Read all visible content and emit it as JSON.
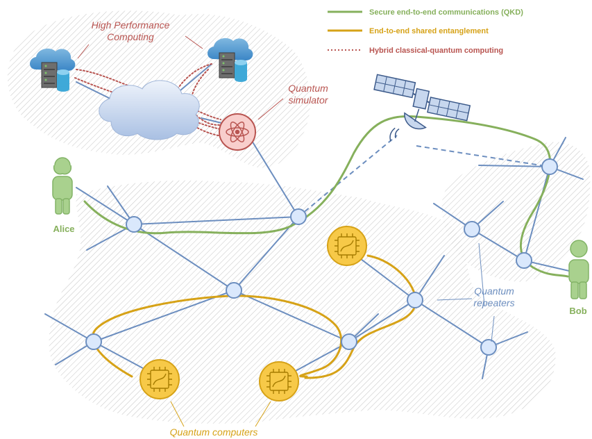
{
  "legend": {
    "items": [
      {
        "label": "Secure end-to-end communications (QKD)",
        "color": "#86b05c",
        "style": "solid"
      },
      {
        "label": "End-to-end shared entanglement",
        "color": "#d6a217",
        "style": "solid"
      },
      {
        "label": "Hybrid classical-quantum computing",
        "color": "#b85450",
        "style": "dotted"
      }
    ]
  },
  "labels": {
    "hpc": [
      "High Performance",
      "Computing"
    ],
    "quantum_simulator": [
      "Quantum",
      "simulator"
    ],
    "alice": "Alice",
    "bob": "Bob",
    "quantum_repeaters": [
      "Quantum",
      "repeaters"
    ],
    "quantum_computers": "Quantum computers"
  },
  "colors": {
    "network_link": "#6c8ebf",
    "node_fill": "#dae8fc",
    "qkd": "#86b05c",
    "entanglement": "#d6a217",
    "hybrid": "#b85450",
    "person": "#a9d18e",
    "person_stroke": "#82b366",
    "qc_fill": "#f7c948",
    "simulator_fill": "#f8cecc"
  },
  "icons": [
    "server-icon",
    "database-icon",
    "cloud-icon",
    "atom-icon",
    "chip-icon",
    "satellite-icon",
    "person-icon"
  ]
}
